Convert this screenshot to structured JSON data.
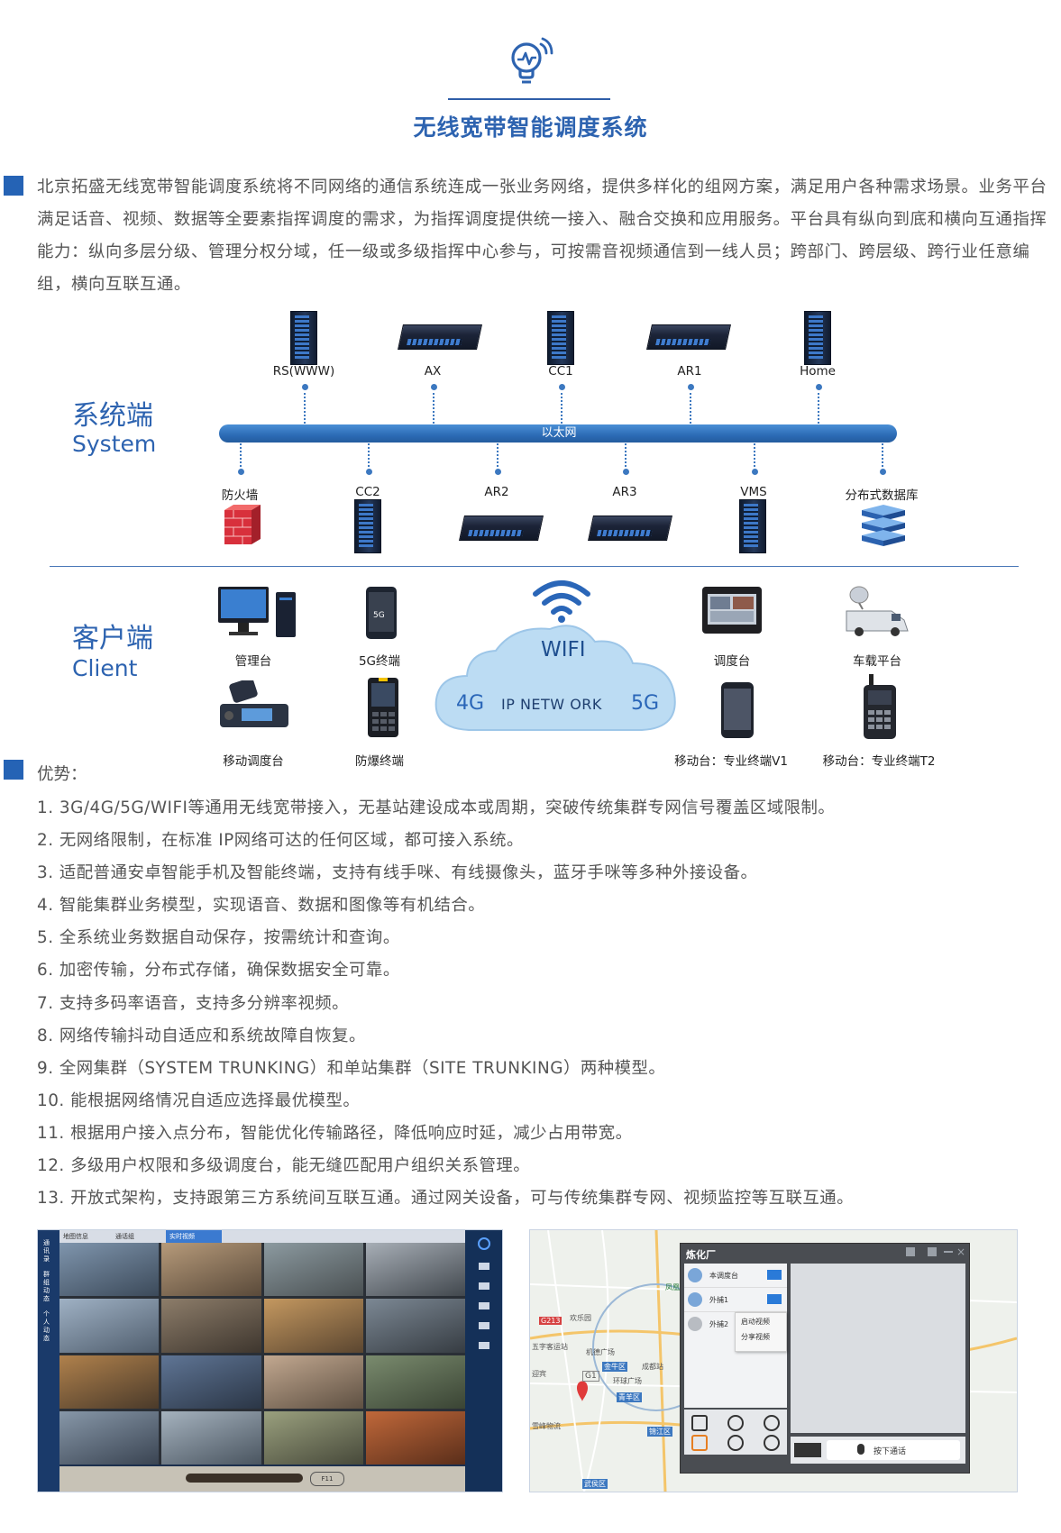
{
  "header": {
    "logo_icon": "lightbulb-signal-icon",
    "title": "无线宽带智能调度系统"
  },
  "intro": {
    "text": "北京拓盛无线宽带智能调度系统将不同网络的通信系统连成一张业务网络，提供多样化的组网方案，满足用户各种需求场景。业务平台满足话音、视频、数据等全要素指挥调度的需求，为指挥调度提供统一接入、融合交换和应用服务。平台具有纵向到底和横向互通指挥能力：纵向多层分级、管理分权分域，任一级或多级指挥中心参与，可按需音视频通信到一线人员；跨部门、跨层级、跨行业任意编组，横向互联互通。"
  },
  "diagram": {
    "system": {
      "title": "系统端",
      "subtitle": "System"
    },
    "client": {
      "title": "客户端",
      "subtitle": "Client"
    },
    "bus_label": "以太网",
    "top_devices": [
      {
        "label": "RS(WWW)",
        "icon": "server-rack-icon"
      },
      {
        "label": "AX",
        "icon": "network-box-icon"
      },
      {
        "label": "CC1",
        "icon": "server-rack-icon"
      },
      {
        "label": "AR1",
        "icon": "network-box-icon"
      },
      {
        "label": "Home",
        "icon": "server-rack-icon"
      }
    ],
    "bottom_devices": [
      {
        "label": "防火墙",
        "icon": "firewall-icon"
      },
      {
        "label": "CC2",
        "icon": "server-rack-icon"
      },
      {
        "label": "AR2",
        "icon": "network-box-icon"
      },
      {
        "label": "AR3",
        "icon": "network-box-icon"
      },
      {
        "label": "VMS",
        "icon": "server-rack-icon"
      },
      {
        "label": "分布式数据库",
        "icon": "database-icon"
      }
    ],
    "clients": {
      "management": "管理台",
      "terminal_5g": "5G终端",
      "dispatch_desk": "调度台",
      "vehicle_platform": "车载平台",
      "mobile_dispatch": "移动调度台",
      "explosion_proof": "防爆终端",
      "mobile_v1": "移动台：专业终端V1",
      "mobile_t2": "移动台：专业终端T2"
    },
    "cloud": {
      "wifi": "WIFI",
      "left": "4G",
      "center": "IP NETW ORK",
      "right": "5G"
    }
  },
  "advantages": {
    "title": "优势：",
    "items": [
      "1. 3G/4G/5G/WIFI等通用无线宽带接入，无基站建设成本或周期，突破传统集群专网信号覆盖区域限制。",
      "2. 无网络限制，在标准 IP网络可达的任何区域，都可接入系统。",
      "3. 适配普通安卓智能手机及智能终端，支持有线手咪、有线摄像头，蓝牙手咪等多种外接设备。",
      "4. 智能集群业务模型，实现语音、数据和图像等有机结合。",
      "5. 全系统业务数据自动保存，按需统计和查询。",
      "6. 加密传输，分布式存储，确保数据安全可靠。",
      "7. 支持多码率语音，支持多分辨率视频。",
      "8. 网络传输抖动自适应和系统故障自恢复。",
      "9. 全网集群（SYSTEM TRUNKING）和单站集群（SITE TRUNKING）两种模型。",
      "10. 能根据网络情况自适应选择最优模型。",
      "11. 根据用户接入点分布，智能优化传输路径，降低响应时延，减少占用带宽。",
      "12. 多级用户权限和多级调度台，能无缝匹配用户组织关系管理。",
      "13. 开放式架构，支持跟第三方系统间互联互通。通过网关设备，可与传统集群专网、视频监控等互联互通。"
    ]
  },
  "screenshot_left": {
    "tabs": [
      "地图信息",
      "通话组",
      "实时视频"
    ],
    "side_menu": [
      "通讯录",
      "群组动态",
      "个人动态"
    ],
    "bottom_badge": "F11"
  },
  "screenshot_right": {
    "panel_title": "炼化厂",
    "list": [
      "本调度台",
      "外捕1",
      "外捕2"
    ],
    "context_menu": [
      "启动视频",
      "分享视频"
    ],
    "ptt_label": "按下通话",
    "map_labels": [
      "凤凰山公园",
      "G213",
      "欢乐园",
      "五字客运站",
      "机德广场",
      "金牛区",
      "成都站",
      "迎宾",
      "G1",
      "环球广场",
      "青羊区",
      "雪峰物流",
      "锦江区",
      "武侯区"
    ]
  }
}
